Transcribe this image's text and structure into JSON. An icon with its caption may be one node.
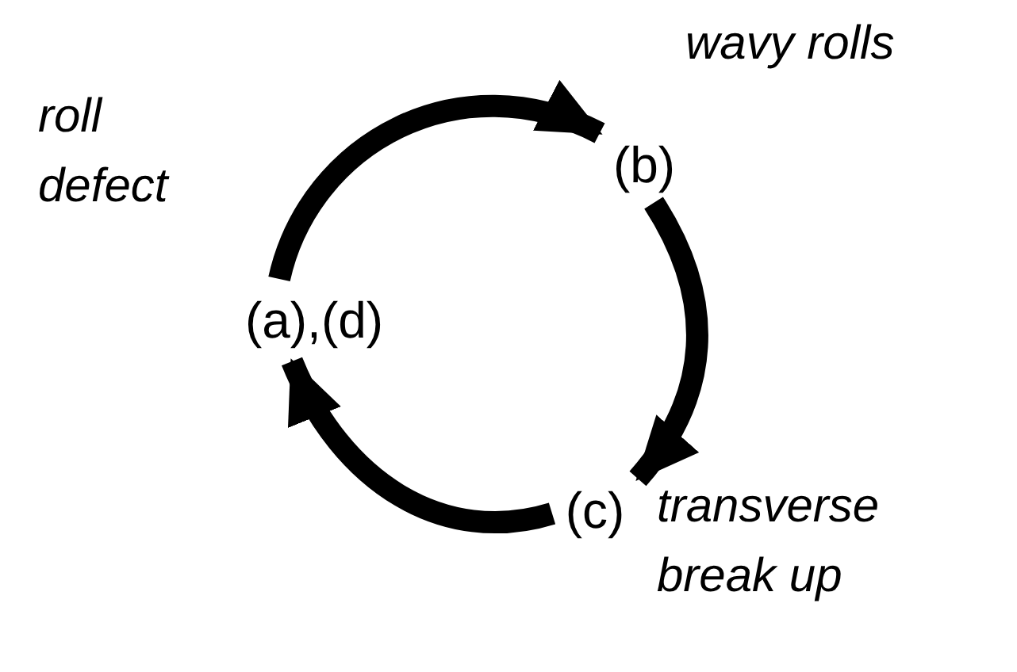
{
  "diagram": {
    "nodes": [
      {
        "text": [
          "(a),(d)"
        ],
        "beside": [
          "roll defect"
        ]
      },
      {
        "text": [
          "(b)"
        ],
        "beside": [
          "wavy rolls"
        ]
      },
      {
        "text": [
          "(c)"
        ],
        "beside": [
          "transverse break up"
        ]
      }
    ],
    "edges": [
      {
        "from": 0,
        "to": 1,
        "arrow": "to"
      },
      {
        "from": 1,
        "to": 2,
        "arrow": "to"
      },
      {
        "from": 2,
        "to": 0,
        "arrow": "to"
      }
    ]
  }
}
